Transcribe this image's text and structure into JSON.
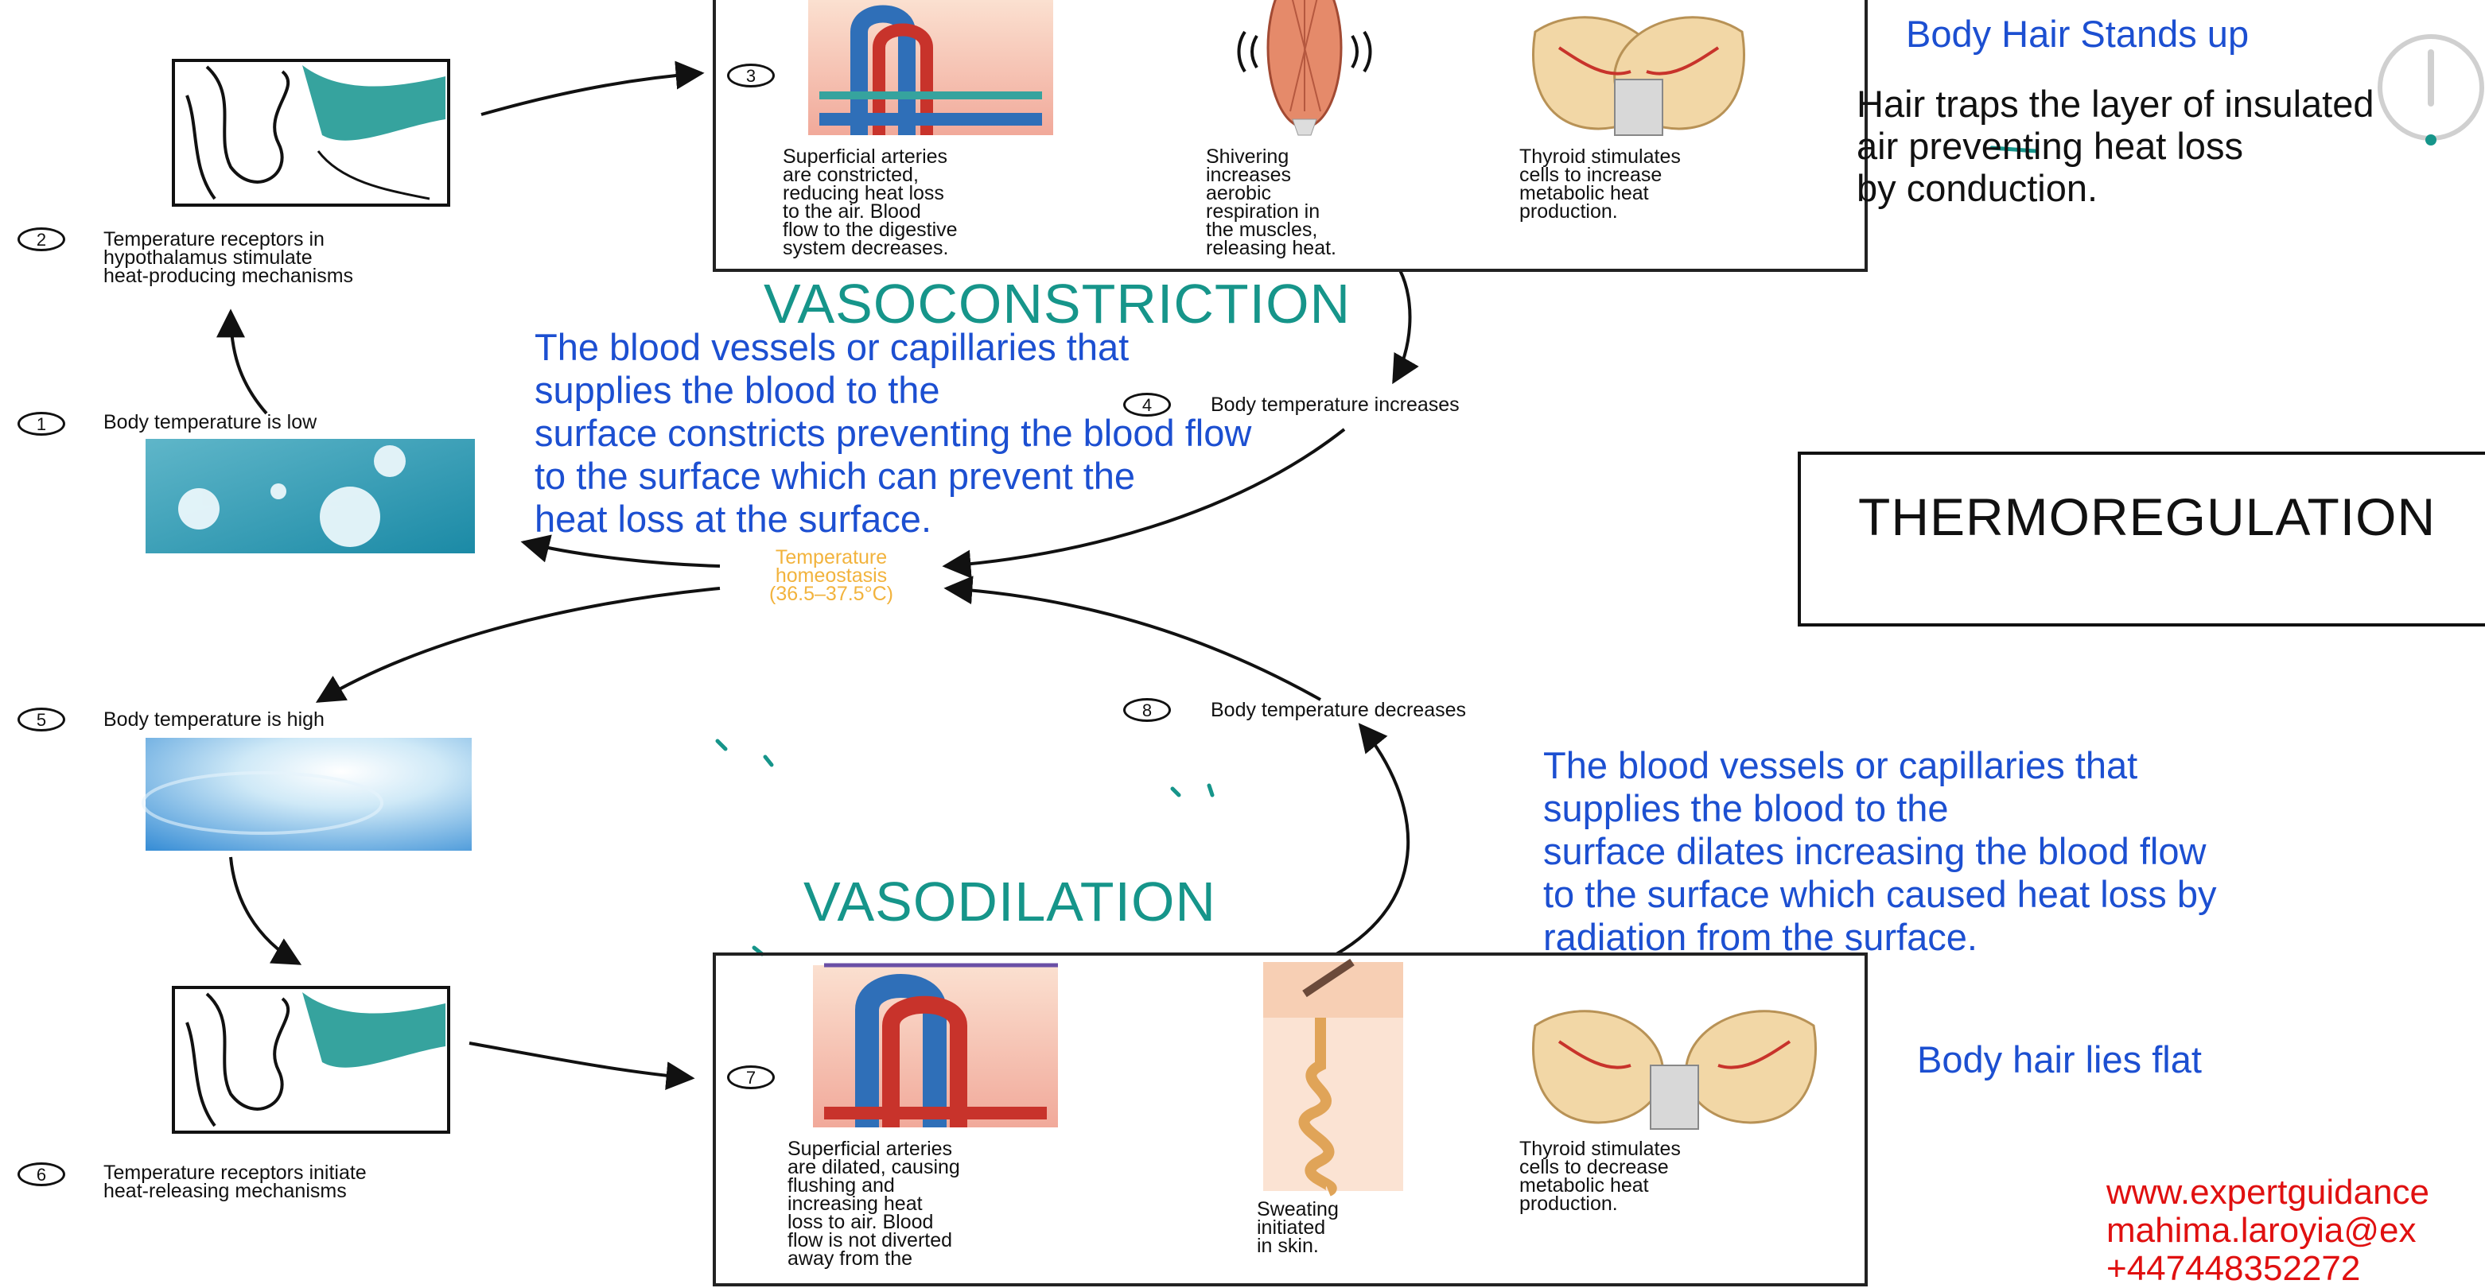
{
  "title": "THERMOREGULATION",
  "center": {
    "homeostasis": "Temperature\nhomeostasis\n(36.5–37.5°C)"
  },
  "steps": {
    "s1": {
      "num": "1",
      "text": "Body temperature is low"
    },
    "s2": {
      "num": "2",
      "text": "Temperature receptors in\nhypothalamus stimulate\nheat-producing mechanisms"
    },
    "s3": {
      "num": "3"
    },
    "s4": {
      "num": "4",
      "text": "Body temperature increases"
    },
    "s5": {
      "num": "5",
      "text": "Body temperature is high"
    },
    "s6": {
      "num": "6",
      "text": "Temperature receptors initiate\nheat-releasing mechanisms"
    },
    "s7": {
      "num": "7"
    },
    "s8": {
      "num": "8",
      "text": "Body temperature decreases"
    }
  },
  "top_panel": {
    "caption_arteries": "Superficial arteries\nare constricted,\nreducing heat loss\nto the air. Blood\nflow to the digestive\nsystem decreases.",
    "caption_shivering": "Shivering\nincreases\naerobic\nrespiration in\nthe muscles,\nreleasing heat.",
    "caption_thyroid": "Thyroid stimulates\ncells to increase\nmetabolic heat\nproduction."
  },
  "bottom_panel": {
    "caption_arteries": "Superficial arteries\nare dilated, causing\nflushing and\nincreasing heat\nloss to air. Blood\nflow is not diverted\naway from the",
    "caption_sweating": "Sweating\ninitiated\nin skin.",
    "caption_thyroid": "Thyroid stimulates\ncells to decrease\nmetabolic heat\nproduction."
  },
  "annotations": {
    "vasoconstriction_heading": "VASOCONSTRICTION",
    "vasoconstriction_text": "The blood vessels or capillaries that\nsupplies the blood to the\nsurface constricts preventing the blood flow\nto the surface which can prevent the\nheat loss at the surface.",
    "vasodilation_heading": "VASODILATION",
    "vasodilation_text": "The blood vessels or capillaries that\nsupplies the blood to the\nsurface dilates increasing the blood flow\nto the surface which caused heat loss by\nradiation from the surface.",
    "hair_up_heading": "Body Hair Stands up",
    "hair_up_text": "Hair traps the layer of insulated\nair preventing heat loss\nby conduction.",
    "hair_flat_heading": "Body hair lies flat",
    "contact": "www.expertguidance\nmahima.laroyia@ex\n+447448352272"
  },
  "colors": {
    "blue_annotation": "#1c4fd1",
    "teal_heading": "#16958a",
    "homeostasis_text": "#f2b33d",
    "contact_red": "#e01010",
    "artery_red": "#c8332b",
    "vein_blue": "#2f6fb8"
  }
}
